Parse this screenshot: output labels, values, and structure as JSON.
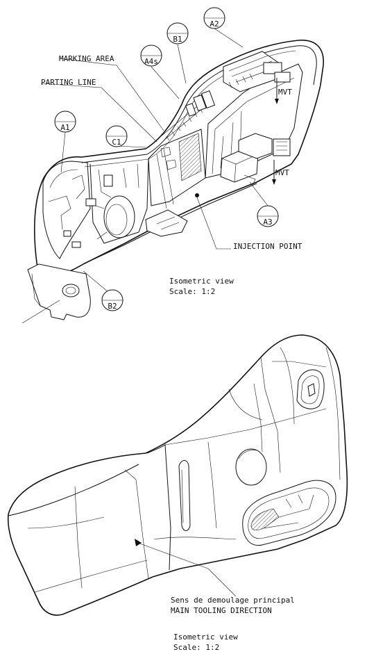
{
  "top_view": {
    "balloons": {
      "a2": "A2",
      "b1": "B1",
      "a4s": "A4s",
      "a1": "A1",
      "c1": "C1",
      "a3": "A3",
      "b2": "B2"
    },
    "labels": {
      "marking_area": "MARKING AREA",
      "parting_line": "PARTING LINE",
      "injection_point": "INJECTION POINT",
      "mvt_upper": "MVT",
      "mvt_lower": "MVT"
    },
    "caption": {
      "line1": "Isometric view",
      "line2": "Scale:  1:2"
    }
  },
  "bottom_view": {
    "labels": {
      "sens_demoulage": "Sens de demoulage principal",
      "main_tooling": "MAIN TOOLING DIRECTION"
    },
    "caption": {
      "line1": "Isometric view",
      "line2": "Scale:  1:2"
    }
  }
}
